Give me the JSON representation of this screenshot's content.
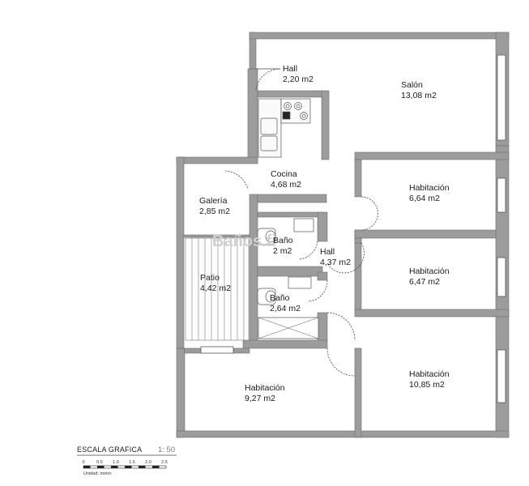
{
  "rooms": [
    {
      "name": "Hall",
      "area": "2,20 m2"
    },
    {
      "name": "Salón",
      "area": "13,08 m2"
    },
    {
      "name": "Cocina",
      "area": "4,68 m2"
    },
    {
      "name": "Galería",
      "area": "2,85 m2"
    },
    {
      "name": "Habitación",
      "area": "6,64 m2"
    },
    {
      "name": "Baño",
      "area": "2 m2"
    },
    {
      "name": "Hall",
      "area": "4,37 m2"
    },
    {
      "name": "Patio",
      "area": "4,42 m2"
    },
    {
      "name": "Habitación",
      "area": "6,47 m2"
    },
    {
      "name": "Baño",
      "area": "2,64 m2"
    },
    {
      "name": "Habitación",
      "area": "9,27 m2"
    },
    {
      "name": "Habitación",
      "area": "10,85 m2"
    }
  ],
  "scale": {
    "title": "ESCALA GRAFICA",
    "ratio": "1: 50",
    "ticks": [
      "0",
      "0.5",
      "1.0",
      "1.5",
      "2.0",
      "2.5"
    ],
    "unit": "Unidad:  metro"
  },
  "watermark": "Baños.fi",
  "colors": {
    "wall": "#9c9c9c",
    "wall_edge": "#6e6e6e",
    "line": "#555555"
  }
}
